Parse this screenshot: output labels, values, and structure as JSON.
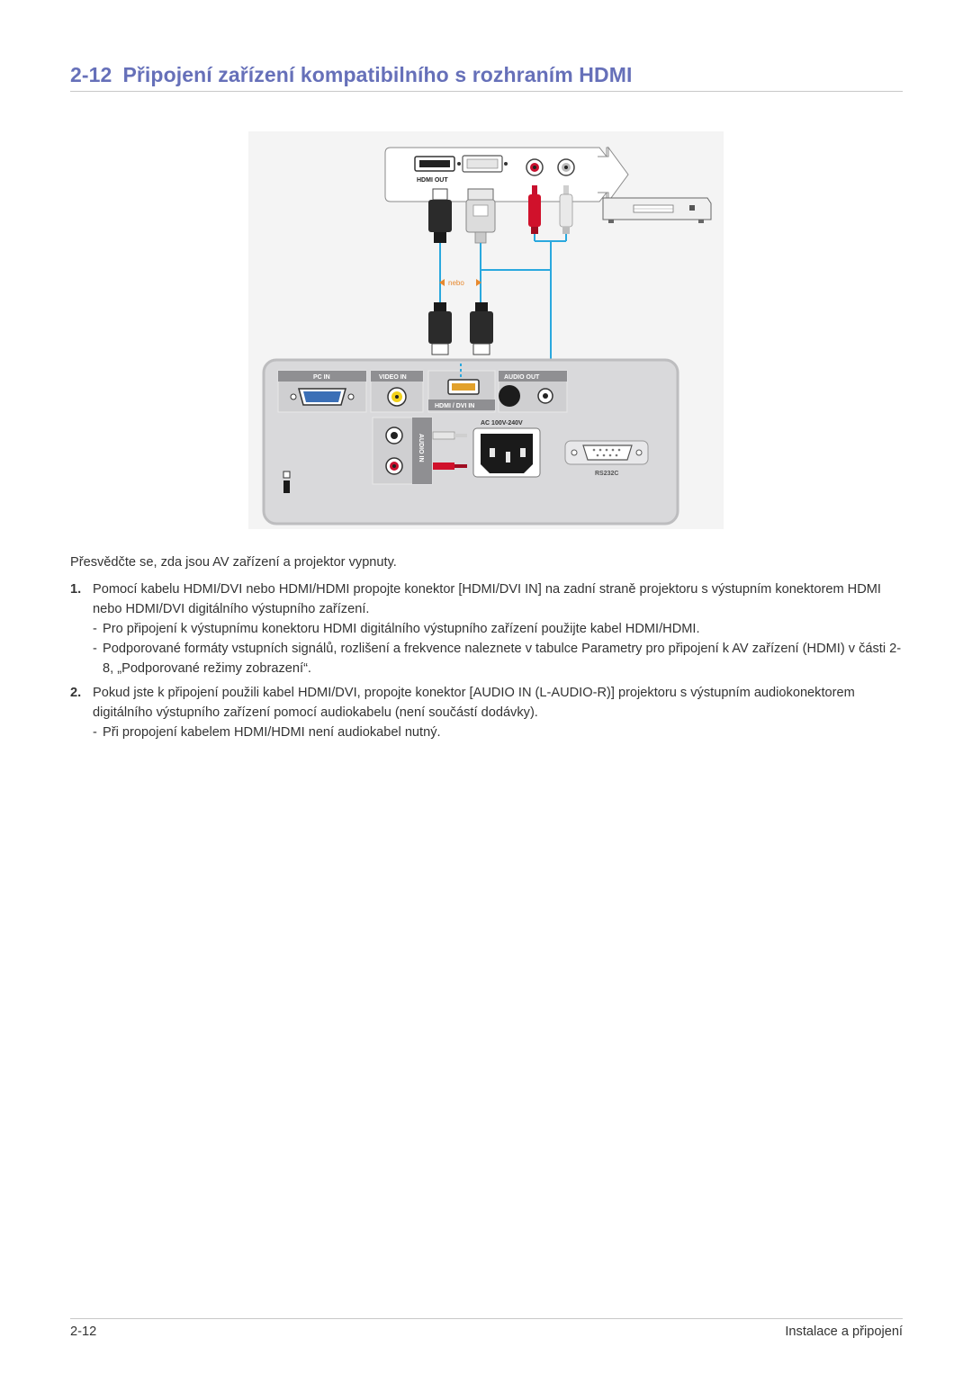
{
  "header": {
    "number": "2-12",
    "title": "Připojení zařízení kompatibilního s rozhraním HDMI"
  },
  "figure": {
    "labels": {
      "hdmi_out": "HDMI OUT",
      "nebo": "nebo",
      "pc_in": "PC IN",
      "video_in": "VIDEO IN",
      "audio_out": "AUDIO OUT",
      "hdmi_dvi_in": "HDMI / DVI IN",
      "audio_in": "AUDIO IN",
      "ac": "AC 100V-240V",
      "rs232c": "RS232C"
    }
  },
  "body": {
    "intro": "Přesvědčte se, zda jsou AV zařízení a projektor vypnuty.",
    "items": [
      {
        "number": "1.",
        "text": "Pomocí kabelu HDMI/DVI nebo HDMI/HDMI propojte konektor [HDMI/DVI IN] na zadní straně projektoru s výstupním konektorem HDMI nebo HDMI/DVI digitálního výstupního zařízení.",
        "notes": [
          "Pro připojení k výstupnímu konektoru HDMI digitálního výstupního zařízení použijte kabel HDMI/HDMI.",
          "Podporované formáty vstupních signálů, rozlišení a frekvence naleznete v tabulce Parametry pro připojení k AV zařízení (HDMI) v části 2-8, „Podporované režimy zobrazení“."
        ]
      },
      {
        "number": "2.",
        "text": "Pokud jste k připojení použili kabel HDMI/DVI, propojte konektor [AUDIO IN (L-AUDIO-R)] projektoru s výstupním audiokonektorem digitálního výstupního zařízení pomocí audiokabelu (není součástí dodávky).",
        "notes": [
          "Při propojení kabelem HDMI/HDMI není audiokabel nutný."
        ]
      }
    ]
  },
  "footer": {
    "page": "2-12",
    "section": "Instalace a připojení"
  },
  "colors": {
    "title": "#6670b9",
    "cable": "#2aa8de",
    "rule": "#c8c8c8",
    "panel": "#d9d9db"
  }
}
